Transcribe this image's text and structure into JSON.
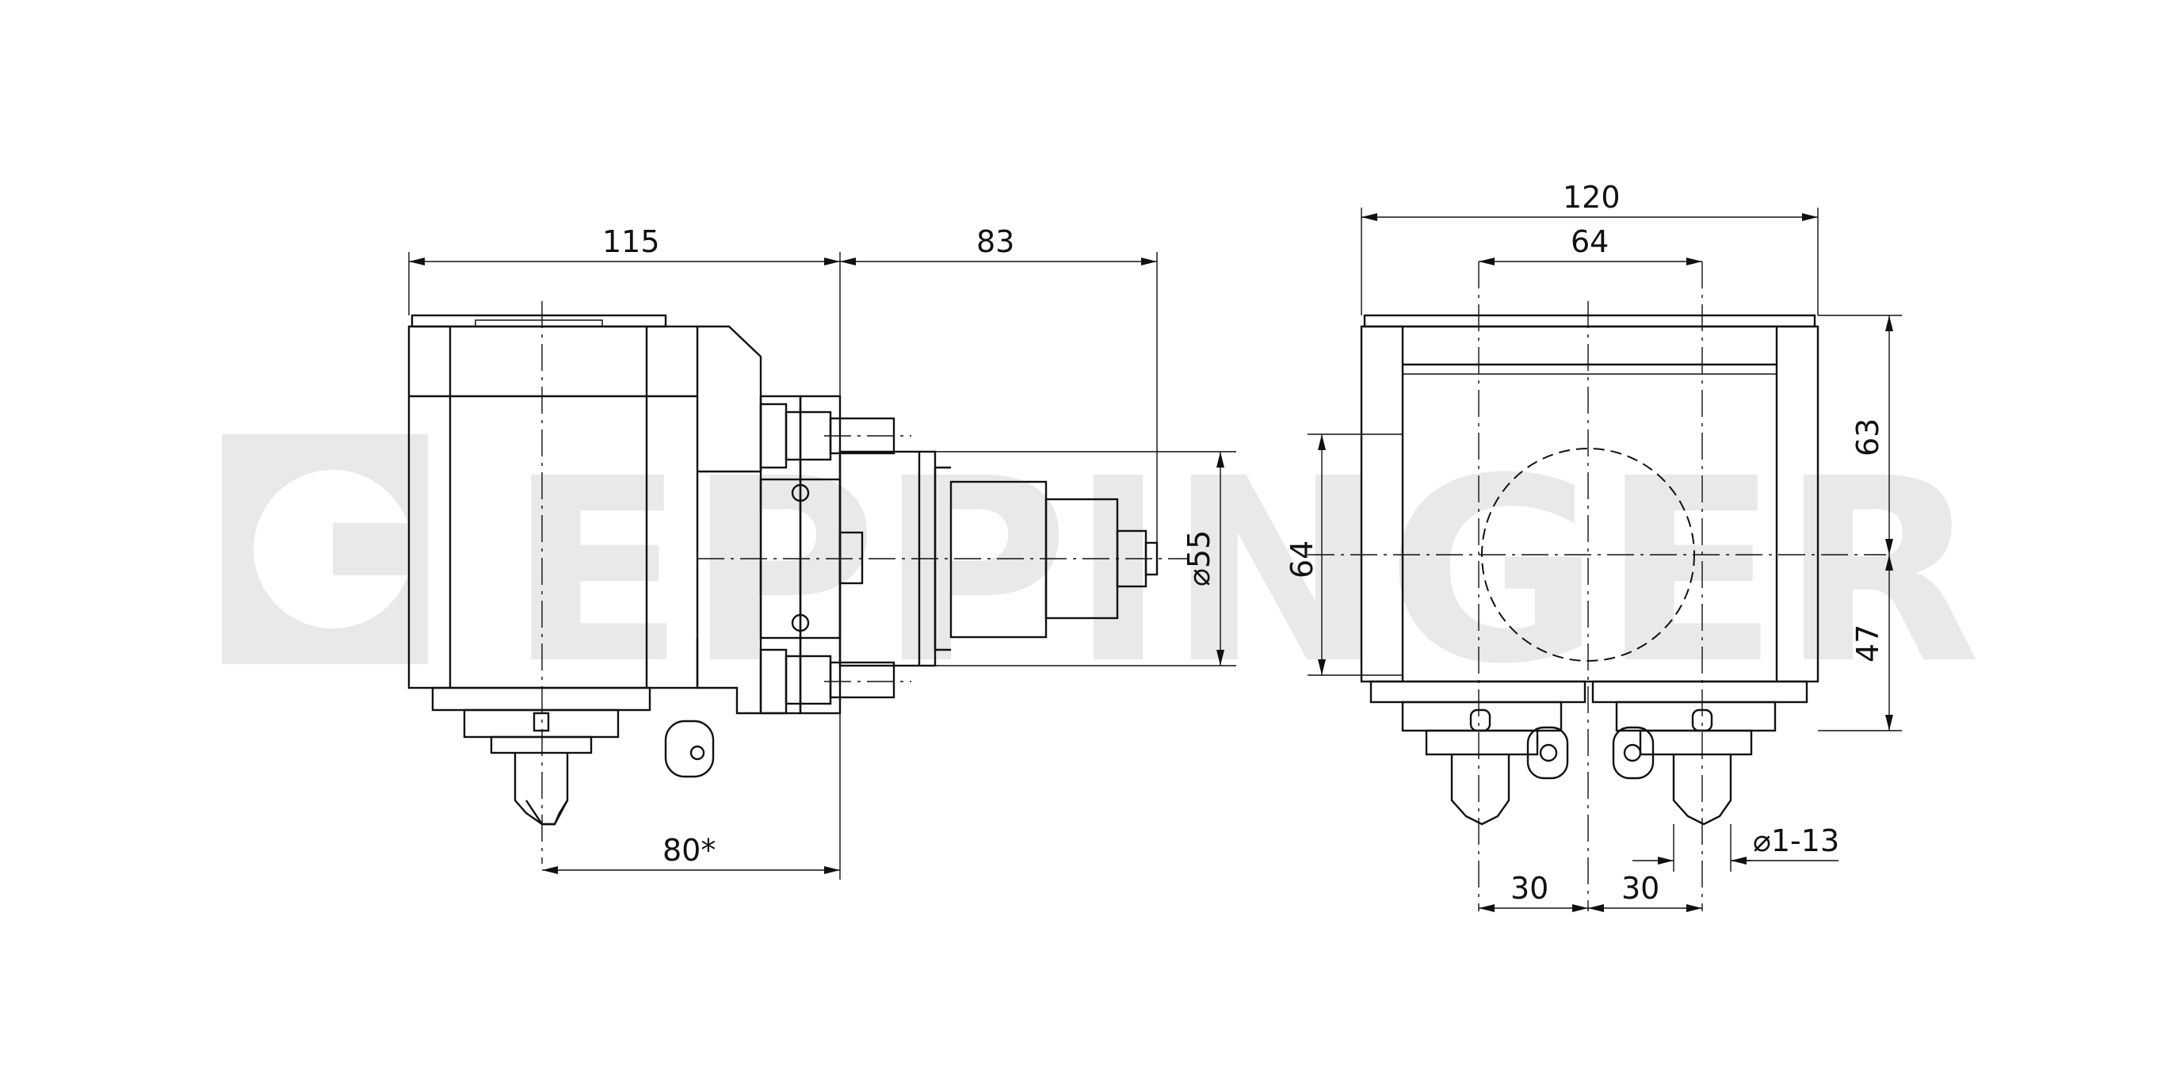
{
  "watermark": {
    "text": "EPPINGER"
  },
  "dimensions": {
    "left_view": {
      "width_115": "115",
      "width_83": "83",
      "dia_55": "⌀55",
      "offset_80": "80*"
    },
    "right_view": {
      "width_120": "120",
      "width_64": "64",
      "height_64": "64",
      "height_63": "63",
      "height_47": "47",
      "spacing_30_left": "30",
      "spacing_30_right": "30",
      "collet_range": "⌀1-13"
    }
  },
  "colors": {
    "line": "#111111",
    "watermark": "#e9e9e9",
    "background": "#ffffff"
  }
}
